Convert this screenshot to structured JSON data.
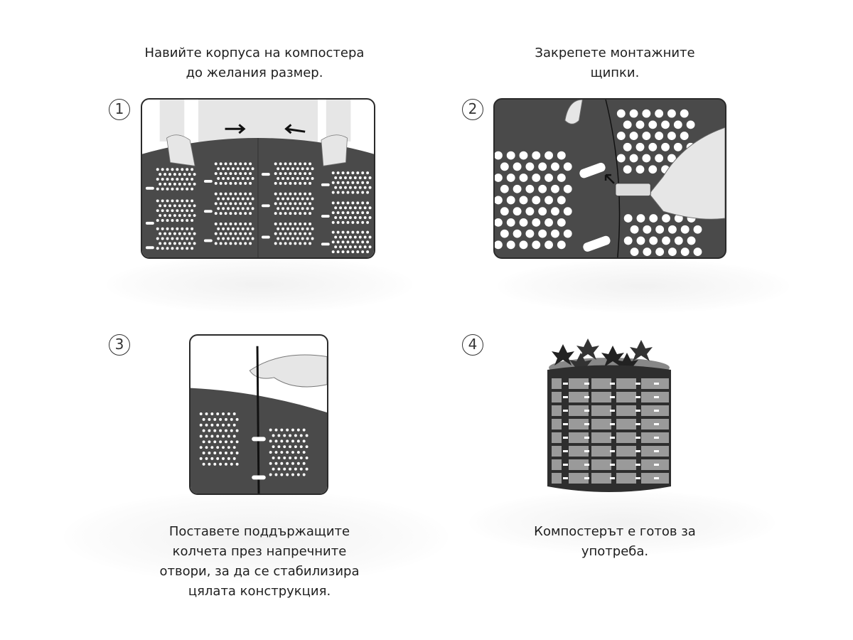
{
  "steps": [
    {
      "number": "1",
      "caption_lines": [
        "Навийте корпуса на компостера",
        "до желания размер."
      ]
    },
    {
      "number": "2",
      "caption_lines": [
        "Закрепете монтажните",
        "щипки."
      ]
    },
    {
      "number": "3",
      "caption_lines": [
        "Поставете поддържащите",
        "колчета през напречните",
        "отвори, за да се стабилизира",
        "цялата конструкция."
      ]
    },
    {
      "number": "4",
      "caption_lines": [
        "Компостерът е готов за",
        "употреба."
      ]
    }
  ],
  "colors": {
    "panel": "#4a4a4a",
    "border": "#2a2a2a",
    "skin": "#e6e6e6",
    "hole": "#ffffff"
  }
}
